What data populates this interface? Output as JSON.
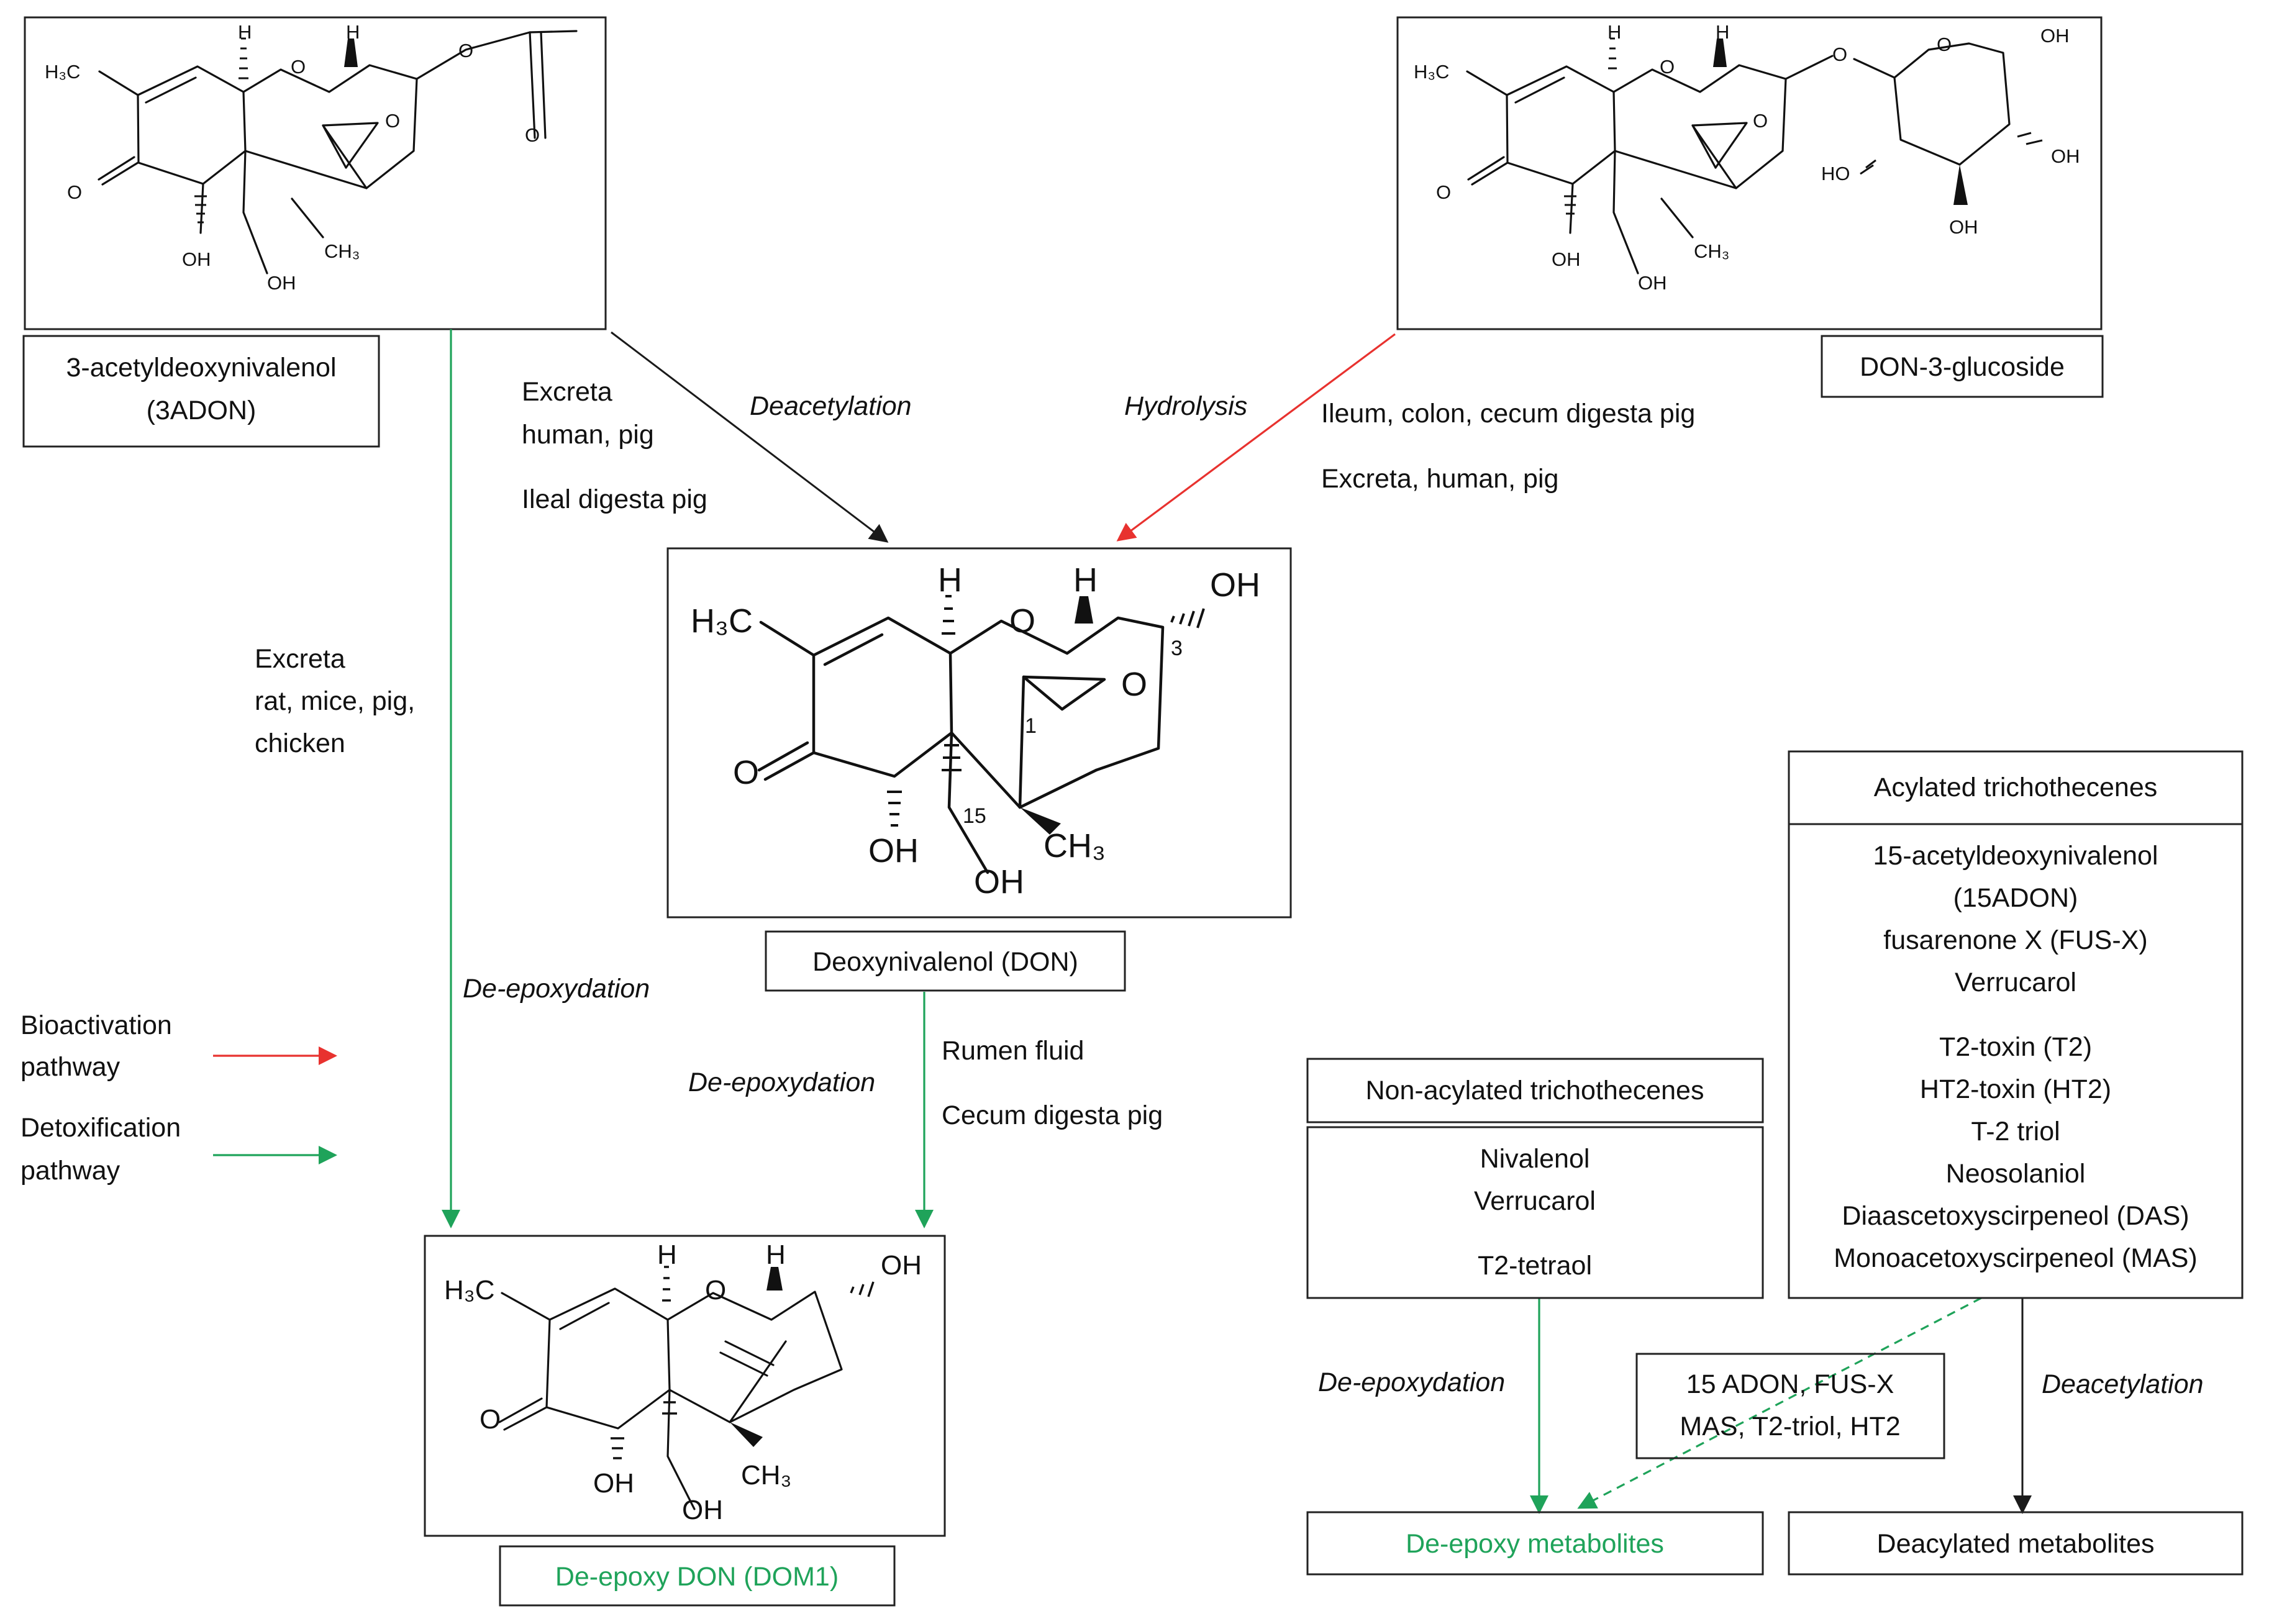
{
  "compounds": {
    "adon3": {
      "name_line1": "3-acetyldeoxynivalenol",
      "name_line2": "(3ADON)"
    },
    "don3g": {
      "name": "DON-3-glucoside"
    },
    "don": {
      "name": "Deoxynivalenol (DON)"
    },
    "dom1": {
      "name": "De-epoxy DON (DOM1)"
    }
  },
  "atoms": {
    "h3c": "H₃C",
    "h3c_big": "H₃C",
    "ch3": "CH₃",
    "h": "H",
    "o": "O",
    "oh": "OH",
    "ho": "HO",
    "num3": "3",
    "num1": "1",
    "num15": "15"
  },
  "edges": {
    "deacetylation_top": "Deacetylation",
    "hydrolysis": "Hydrolysis",
    "excreta_human_pig": [
      "Excreta",
      "human, pig"
    ],
    "ileal_digesta_pig": "Ileal digesta pig",
    "ileum_colon": "Ileum, colon, cecum digesta pig",
    "excreta_human_pig_right": "Excreta, human, pig",
    "excreta_rat": [
      "Excreta",
      "rat, mice, pig,",
      "chicken"
    ],
    "deepoxydation_left": "De-epoxydation",
    "deepoxydation_mid": "De-epoxydation",
    "rumen_fluid": "Rumen fluid",
    "cecum_digesta_pig": "Cecum digesta pig",
    "deepoxydation_right": "De-epoxydation",
    "deacetylation_right": "Deacetylation"
  },
  "legend": {
    "bioactivation": [
      "Bioactivation",
      "pathway"
    ],
    "detoxification": [
      "Detoxification",
      "pathway"
    ],
    "red": "#e8322f",
    "green": "#1fa35a"
  },
  "acylated": {
    "header": "Acylated trichothecenes",
    "items": [
      "15-acetyldeoxynivalenol",
      "(15ADON)",
      "fusarenone X (FUS-X)",
      "Verrucarol",
      "T2-toxin (T2)",
      "HT2-toxin (HT2)",
      "T-2 triol",
      "Neosolaniol",
      "Diaascetoxyscirpeneol (DAS)",
      "Monoacetoxyscirpeneol (MAS)"
    ]
  },
  "non_acylated": {
    "header": "Non-acylated trichothecenes",
    "items": [
      "Nivalenol",
      "Verrucarol",
      "T2-tetraol"
    ]
  },
  "intermediate": {
    "line1": "15 ADON, FUS-X",
    "line2": "MAS, T2-triol, HT2"
  },
  "outputs": {
    "deepoxy": "De-epoxy metabolites",
    "deacylated": "Deacylated metabolites"
  }
}
